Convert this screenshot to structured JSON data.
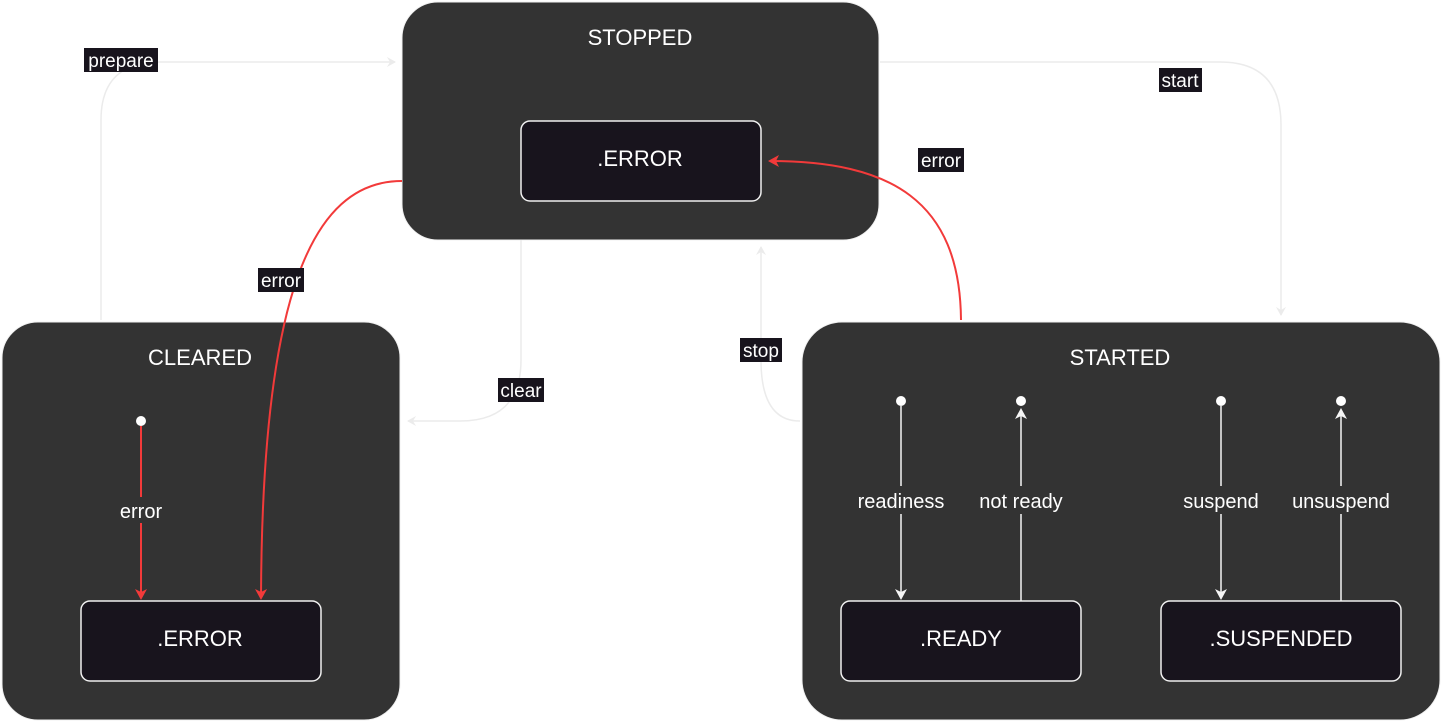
{
  "states": {
    "stopped": {
      "title": "STOPPED",
      "error_label": ".ERROR"
    },
    "cleared": {
      "title": "CLEARED",
      "error_label": ".ERROR"
    },
    "started": {
      "title": "STARTED",
      "ready_label": ".READY",
      "suspended_label": ".SUSPENDED"
    }
  },
  "transitions": {
    "prepare": "prepare",
    "start": "start",
    "error_started_to_stopped": "error",
    "error_stopped_to_cleared": "error",
    "clear": "clear",
    "stop": "stop"
  },
  "internal": {
    "cleared_error": "error",
    "readiness": "readiness",
    "not_ready": "not ready",
    "suspend": "suspend",
    "unsuspend": "unsuspend"
  },
  "colors": {
    "state_fill": "#333333",
    "substate_fill": "#18141d",
    "error_edge": "#f23a3a",
    "normal_edge": "#ebebeb"
  }
}
